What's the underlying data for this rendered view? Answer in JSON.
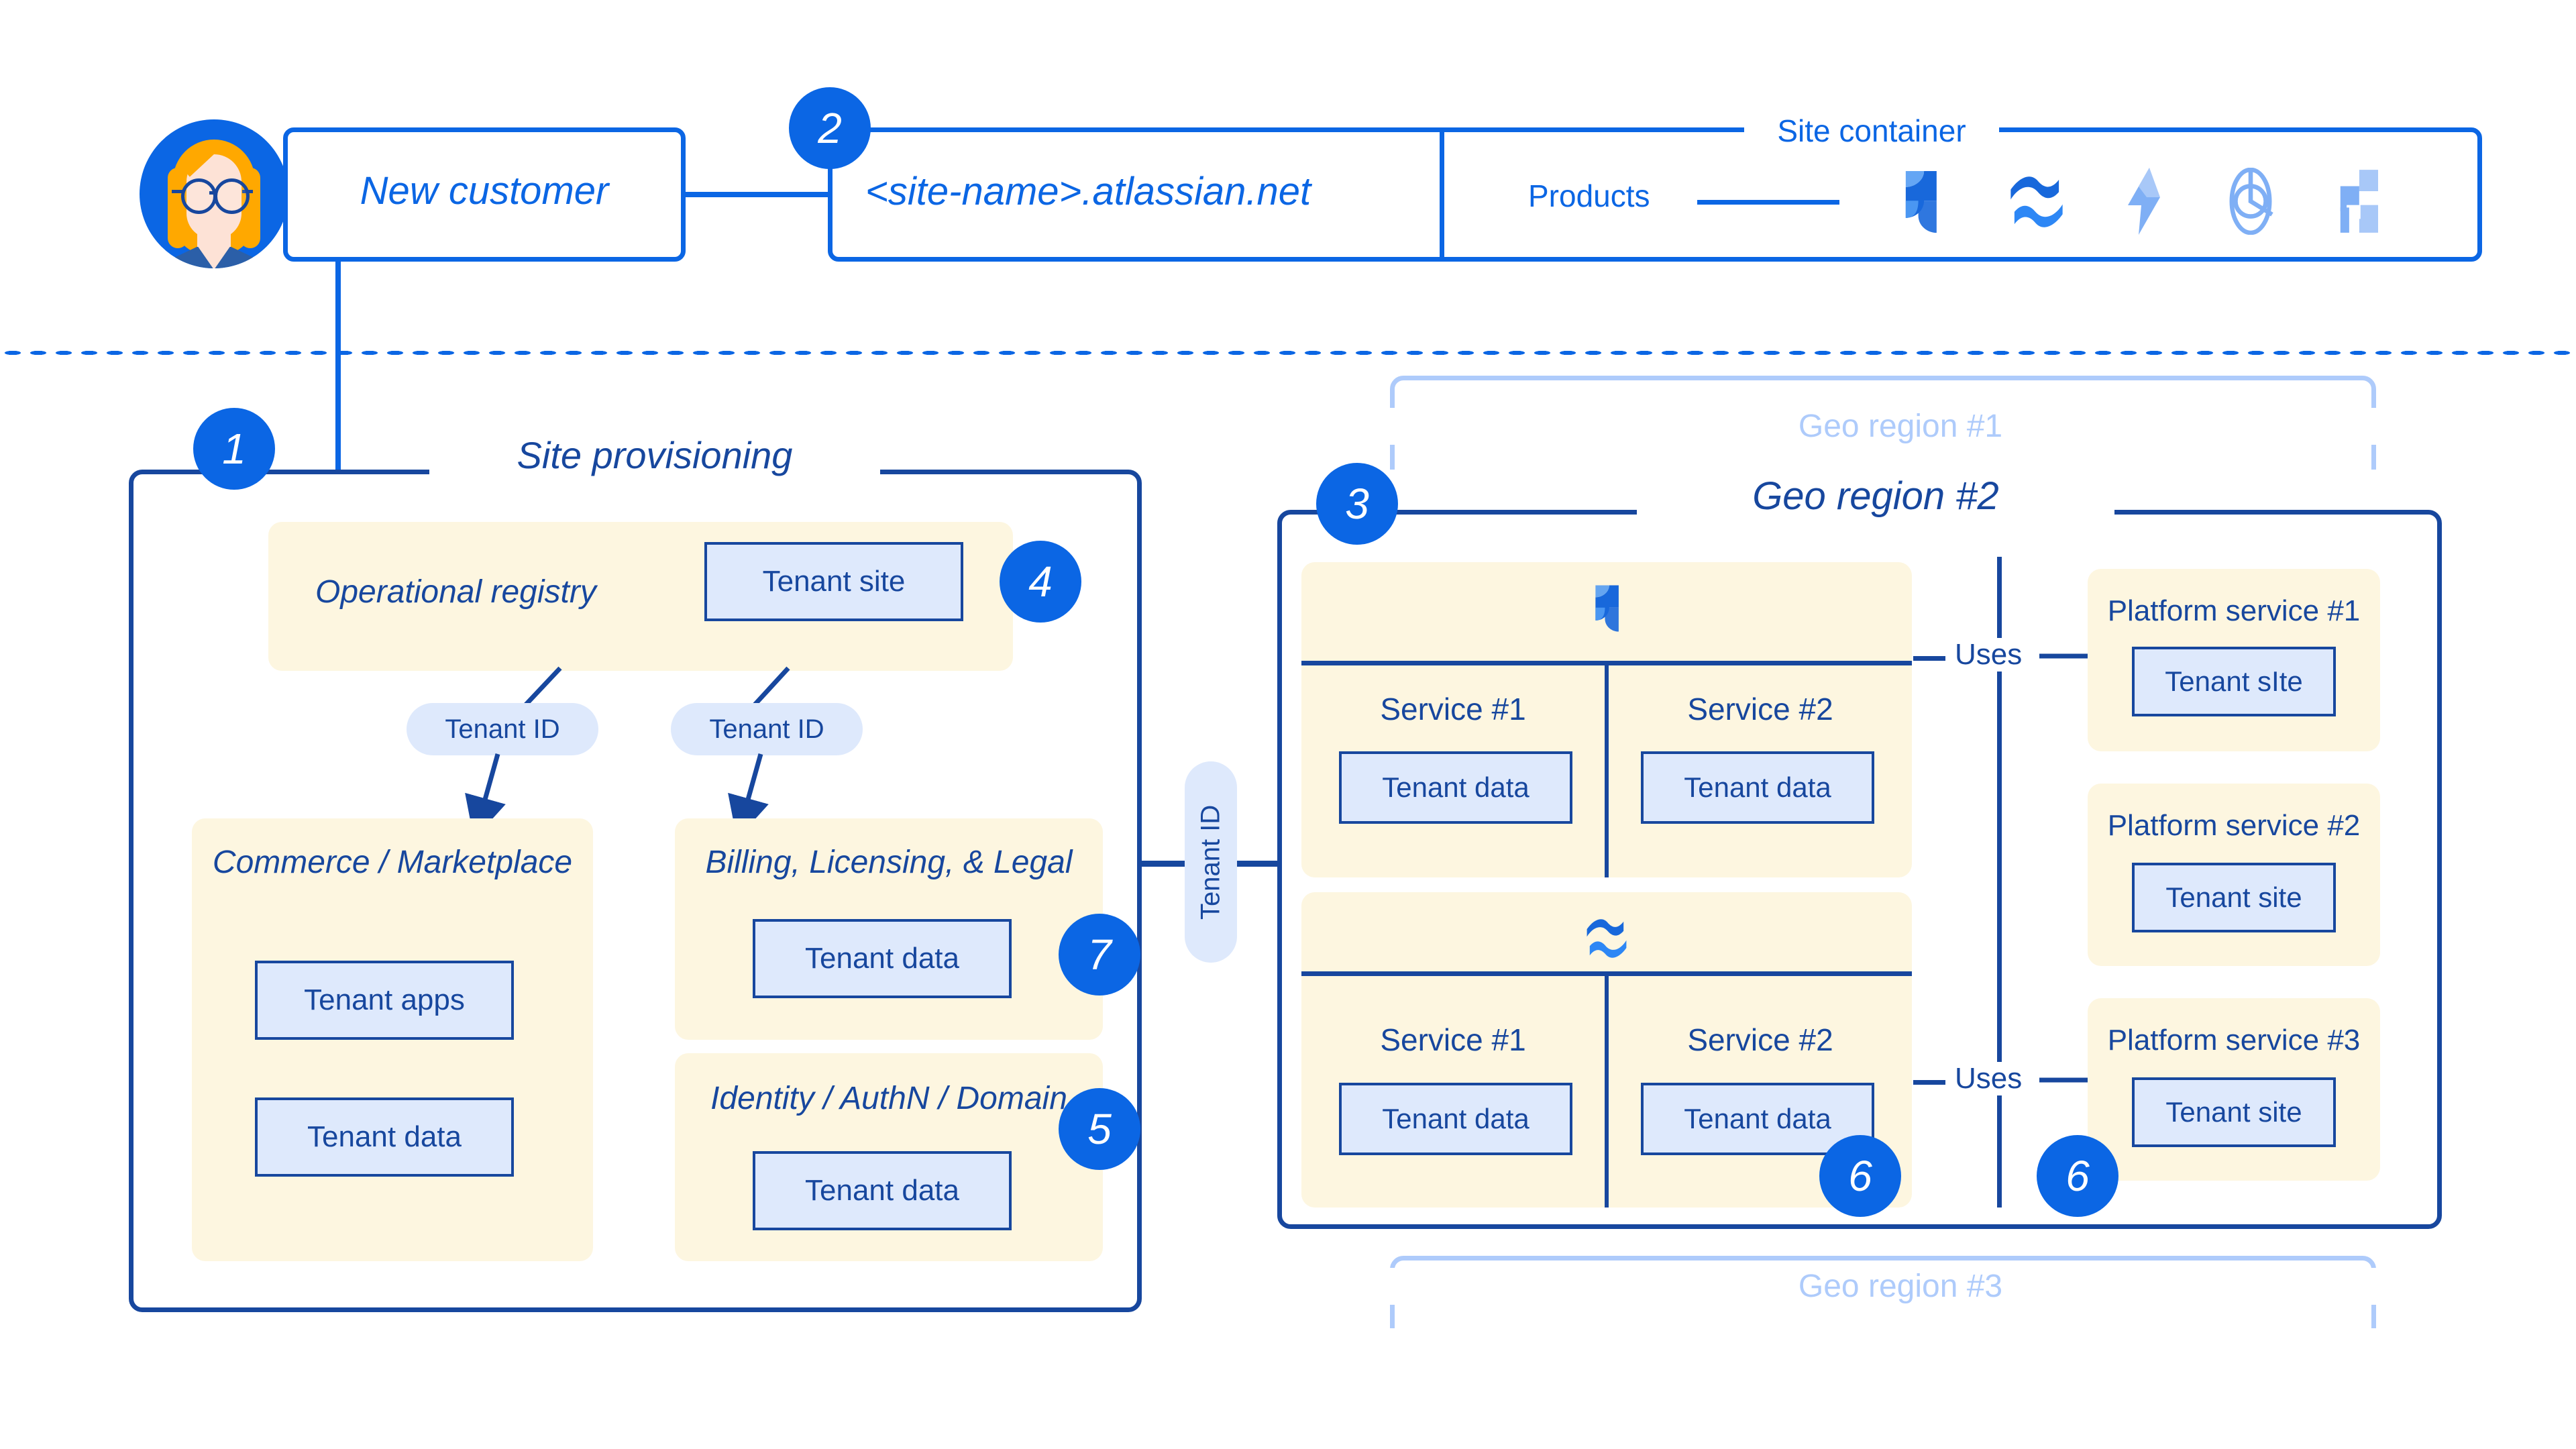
{
  "customer": {
    "avatar_name": "new-customer-avatar",
    "label": "New customer"
  },
  "site_container": {
    "frame_label": "Site container",
    "site_url": "<site-name>.atlassian.net",
    "products_label": "Products",
    "product_icons": [
      "jira-icon",
      "confluence-icon",
      "bitbucket-pipelines-icon",
      "compass-icon",
      "jira-service-management-icon"
    ]
  },
  "site_provisioning": {
    "frame_label": "Site provisioning",
    "operational_registry": {
      "title": "Operational registry",
      "tenant_site_label": "Tenant site"
    },
    "tenant_id_pills": [
      "Tenant ID",
      "Tenant ID"
    ],
    "commerce": {
      "title": "Commerce / Marketplace",
      "boxes": [
        "Tenant apps",
        "Tenant data"
      ]
    },
    "billing": {
      "title": "Billing, Licensing, & Legal",
      "boxes": [
        "Tenant data"
      ]
    },
    "identity": {
      "title": "Identity / AuthN / Domain",
      "boxes": [
        "Tenant data"
      ]
    }
  },
  "tenant_id_connector": {
    "label": "Tenant ID"
  },
  "geo_regions": {
    "region1": {
      "label": "Geo region #1",
      "state": "ghost"
    },
    "region2": {
      "label": "Geo region #2",
      "state": "active",
      "product_groups": [
        {
          "icon": "jira-icon",
          "services": [
            {
              "title": "Service #1",
              "data_label": "Tenant data"
            },
            {
              "title": "Service #2",
              "data_label": "Tenant data"
            }
          ]
        },
        {
          "icon": "confluence-icon",
          "services": [
            {
              "title": "Service #1",
              "data_label": "Tenant data"
            },
            {
              "title": "Service #2",
              "data_label": "Tenant data"
            }
          ]
        }
      ],
      "uses_labels": [
        "Uses",
        "Uses"
      ],
      "platform_services": [
        {
          "title": "Platform service #1",
          "box_label": "Tenant sIte"
        },
        {
          "title": "Platform service #2",
          "box_label": "Tenant site"
        },
        {
          "title": "Platform service #3",
          "box_label": "Tenant site"
        }
      ]
    },
    "region3": {
      "label": "Geo region #3",
      "state": "ghost"
    }
  },
  "step_badges": [
    {
      "number": "1"
    },
    {
      "number": "2"
    },
    {
      "number": "3"
    },
    {
      "number": "4"
    },
    {
      "number": "5"
    },
    {
      "number": "6"
    },
    {
      "number": "6"
    },
    {
      "number": "7"
    }
  ],
  "colors": {
    "brand_blue": "#0B66E4",
    "deep_blue": "#17479E",
    "cream": "#FDF6E0",
    "light_blue": "#DEE9FC",
    "ghost_blue": "#AECBFB",
    "avatar_hair": "#FFA800"
  }
}
